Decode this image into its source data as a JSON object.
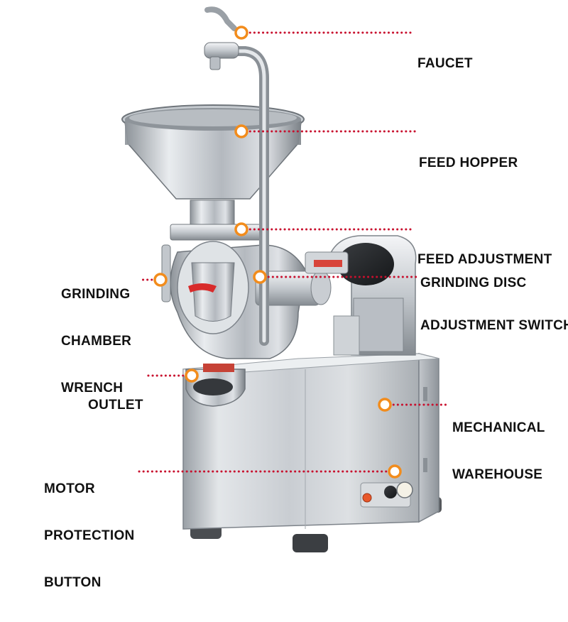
{
  "colors": {
    "background": "#ffffff",
    "marker_ring": "#f28c1c",
    "leader_line": "#c8102e",
    "label_text": "#111111",
    "steel_light": "#eef0f2",
    "steel_mid": "#b9bec4",
    "steel_dark": "#6e747b"
  },
  "labels": {
    "faucet": [
      "FAUCET"
    ],
    "feed_hopper": [
      "FEED HOPPER"
    ],
    "feed_adjustment": [
      "FEED ADJUSTMENT"
    ],
    "grinding_disc_adjustment_switch": [
      "GRINDING DISC",
      "ADJUSTMENT SWITCH"
    ],
    "grinding_chamber_wrench": [
      "GRINDING",
      "CHAMBER",
      "WRENCH"
    ],
    "outlet": [
      "OUTLET"
    ],
    "mechanical_warehouse": [
      "MECHANICAL",
      "WAREHOUSE"
    ],
    "motor_protection_button": [
      "MOTOR",
      "PROTECTION",
      "BUTTON"
    ]
  },
  "icons": {
    "marker": "orange-ring-marker-icon",
    "leader": "dotted-red-leader-line"
  }
}
